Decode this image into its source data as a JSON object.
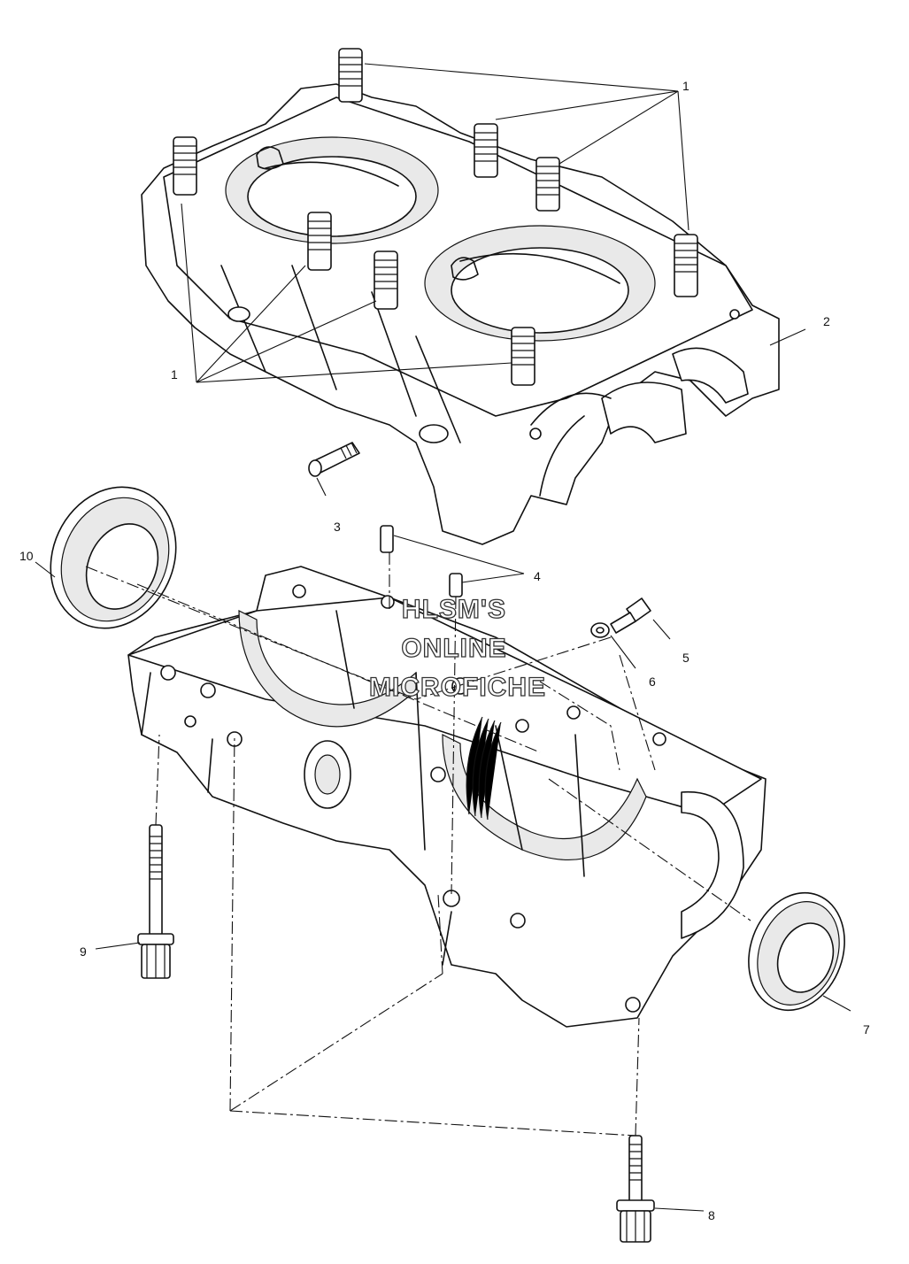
{
  "callouts": {
    "c1a": "1",
    "c1b": "1",
    "c2": "2",
    "c3": "3",
    "c4": "4",
    "c5": "5",
    "c6": "6",
    "c7": "7",
    "c8": "8",
    "c9": "9",
    "c10": "10"
  },
  "watermark": {
    "line1": "HLSM'S",
    "line2": "ONLINE",
    "line3": "MICROFICHE"
  }
}
